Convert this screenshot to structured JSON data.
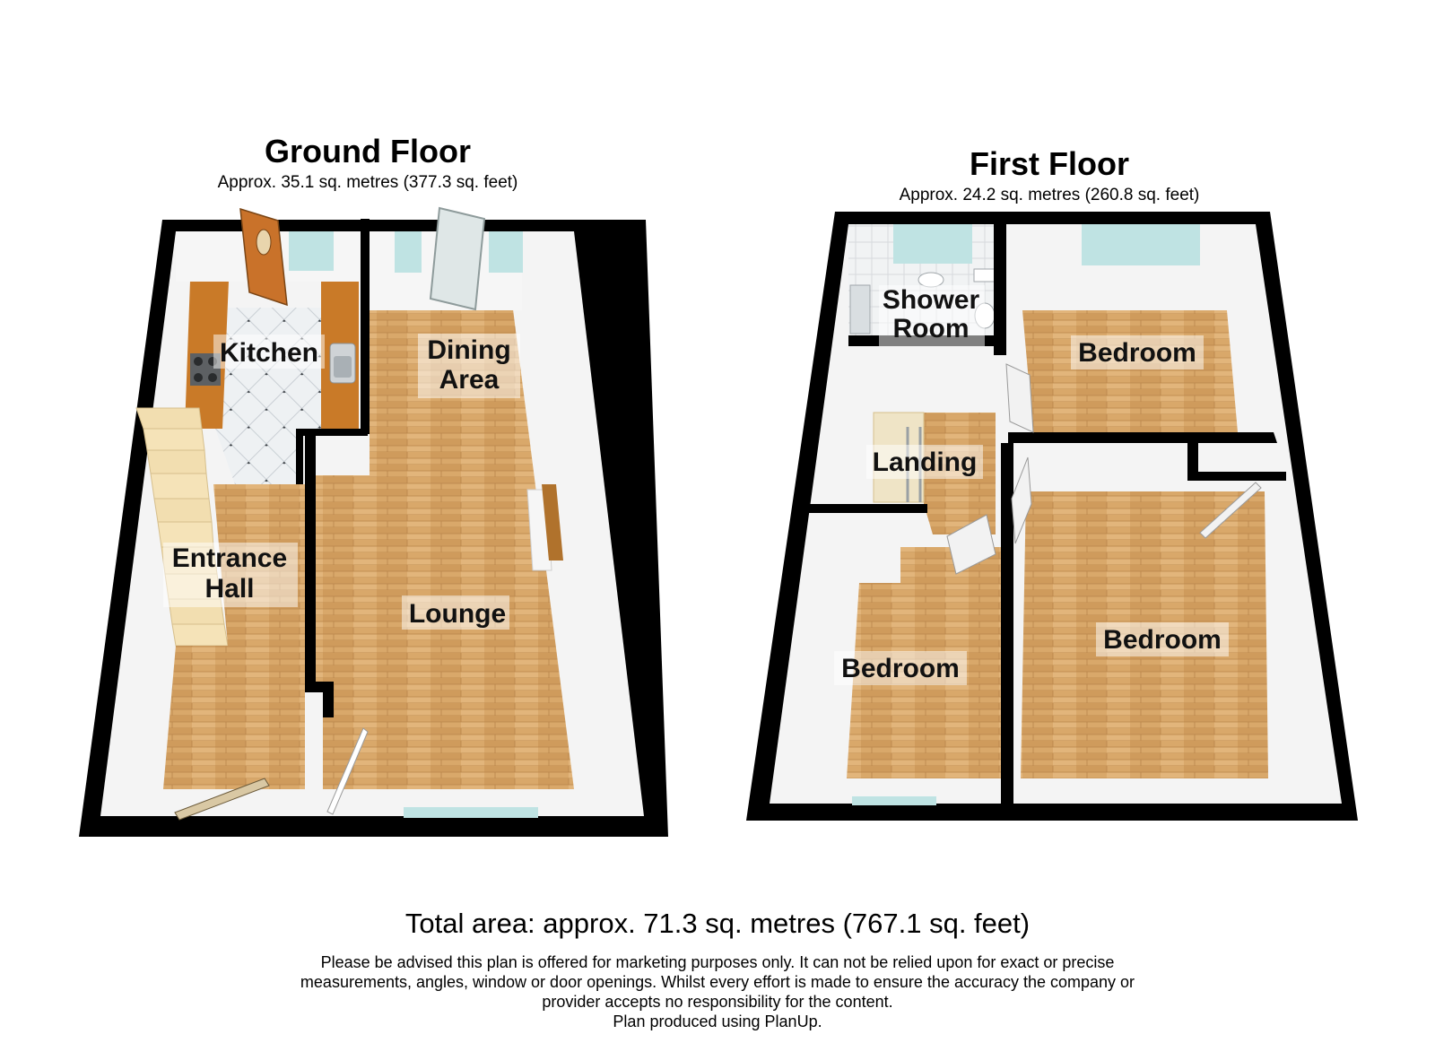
{
  "ground_floor": {
    "title": "Ground Floor",
    "area": "Approx. 35.1 sq. metres (377.3 sq. feet)",
    "rooms": {
      "kitchen": "Kitchen",
      "dining_1": "Dining",
      "dining_2": "Area",
      "entrance_1": "Entrance",
      "entrance_2": "Hall",
      "lounge": "Lounge"
    }
  },
  "first_floor": {
    "title": "First Floor",
    "area": "Approx. 24.2 sq. metres (260.8 sq. feet)",
    "rooms": {
      "shower_1": "Shower",
      "shower_2": "Room",
      "bedroom_rear": "Bedroom",
      "landing": "Landing",
      "bedroom_front_left": "Bedroom",
      "bedroom_front_right": "Bedroom"
    }
  },
  "total_area": "Total area: approx. 71.3 sq. metres (767.1 sq. feet)",
  "disclaimer": {
    "line1": "Please be advised this plan is offered for marketing purposes only. It can not be relied upon for exact or precise",
    "line2": "measurements, angles, window or door openings. Whilst every effort is made to ensure the accuracy the company or",
    "line3": "provider accepts no responsibility for the content.",
    "line4": "Plan produced using PlanUp."
  },
  "colors": {
    "wall": "#000000",
    "floor_wood": "#d9a86a",
    "floor_tile": "#e8ecef",
    "wall_inner": "#f4f4f4",
    "window": "#bfe3e3",
    "worktop": "#c97a28"
  }
}
